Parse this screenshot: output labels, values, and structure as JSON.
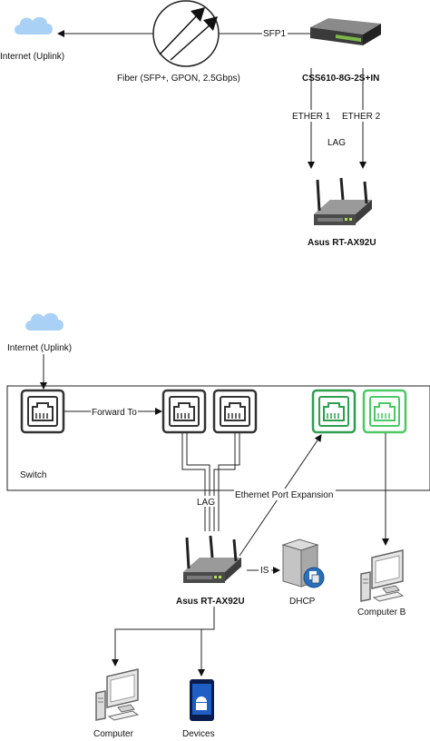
{
  "top": {
    "internet_label": "Internet (Uplink)",
    "fiber_label": "Fiber (SFP+, GPON, 2.5Gbps)",
    "sfp_label": "SFP1",
    "switch_label": "CSS610-8G-2S+IN",
    "ether1_label": "ETHER 1",
    "ether2_label": "ETHER 2",
    "lag_label": "LAG",
    "router_label": "Asus RT-AX92U"
  },
  "bottom": {
    "internet_label": "Internet (Uplink)",
    "forward_label": "Forward To",
    "switch_label": "Switch",
    "lag_label": "LAG",
    "expansion_label": "Ethernet Port Expansion",
    "router_label": "Asus RT-AX92U",
    "is_label": "IS",
    "dhcp_label": "DHCP",
    "computer_b_label": "Computer B",
    "computer_label": "Computer",
    "devices_label": "Devices"
  },
  "colors": {
    "port_dark": "#333333",
    "port_green_dark": "#2e9e4f",
    "port_green_light": "#4cc866",
    "cloud": "#a9d1f5"
  },
  "icons": [
    "cloud-icon",
    "media-converter-icon",
    "network-switch-icon",
    "router-icon",
    "ethernet-port-icon",
    "server-icon",
    "computer-icon",
    "android-phone-icon"
  ]
}
